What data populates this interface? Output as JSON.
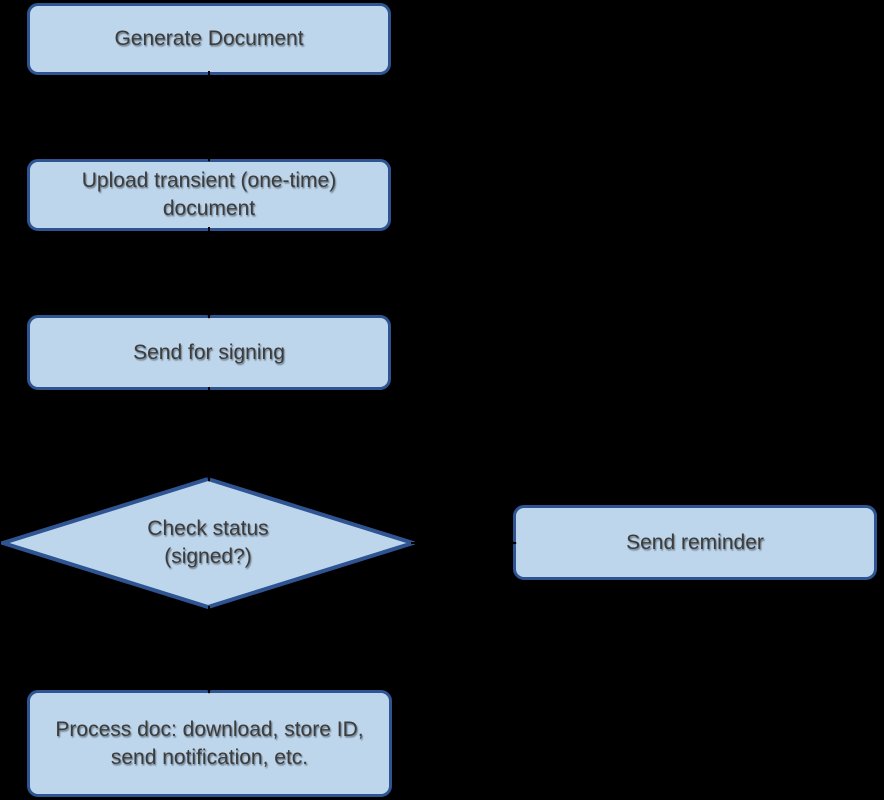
{
  "diagram": {
    "type": "flowchart",
    "background_color": "#000000",
    "node_fill_color": "#BDD6EC",
    "node_border_color": "#2E5492",
    "node_text_color": "#3C3C3C",
    "connector_color": "#000000",
    "nodes": [
      {
        "id": "generate-document",
        "shape": "rounded-rectangle",
        "label": "Generate Document"
      },
      {
        "id": "upload-transient-document",
        "shape": "rounded-rectangle",
        "label": "Upload transient (one-time)\ndocument"
      },
      {
        "id": "send-for-signing",
        "shape": "rounded-rectangle",
        "label": "Send for signing"
      },
      {
        "id": "check-status",
        "shape": "decision-diamond",
        "label": "Check status\n(signed?)"
      },
      {
        "id": "send-reminder",
        "shape": "rounded-rectangle",
        "label": "Send reminder"
      },
      {
        "id": "process-doc",
        "shape": "rounded-rectangle",
        "label": "Process doc: download, store ID,\nsend notification, etc."
      }
    ],
    "edges": [
      {
        "from": "generate-document",
        "to": "upload-transient-document"
      },
      {
        "from": "upload-transient-document",
        "to": "send-for-signing"
      },
      {
        "from": "send-for-signing",
        "to": "check-status"
      },
      {
        "from": "check-status",
        "to": "send-reminder"
      },
      {
        "from": "check-status",
        "to": "process-doc"
      }
    ]
  }
}
